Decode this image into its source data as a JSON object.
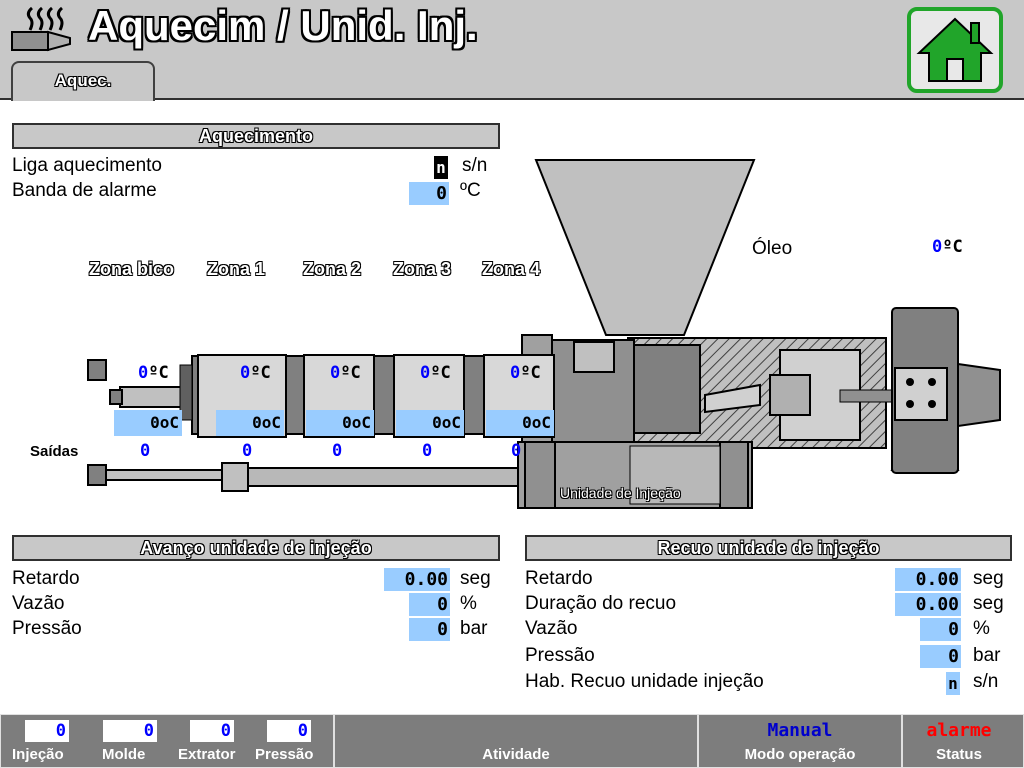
{
  "header": {
    "title": "Aquecim / Unid. Inj.",
    "tab": "Aquec.",
    "icons": [
      "injection-unit-logo-icon",
      "home-icon"
    ]
  },
  "heating": {
    "section_title": "Aquecimento",
    "enable_label": "Liga aquecimento",
    "enable_value": "n",
    "enable_unit": "s/n",
    "alarm_band_label": "Banda de alarme",
    "alarm_band_value": "0",
    "alarm_band_unit": "ºC",
    "oil_label": "Óleo",
    "oil_value": "0",
    "oil_unit": "ºC",
    "zones": [
      {
        "label": "Zona bico",
        "actual": "0",
        "unit": "ºC",
        "setpoint": "0",
        "setpoint_unit": "oC",
        "output": "0"
      },
      {
        "label": "Zona 1",
        "actual": "0",
        "unit": "ºC",
        "setpoint": "0",
        "setpoint_unit": "oC",
        "output": "0"
      },
      {
        "label": "Zona 2",
        "actual": "0",
        "unit": "ºC",
        "setpoint": "0",
        "setpoint_unit": "oC",
        "output": "0"
      },
      {
        "label": "Zona 3",
        "actual": "0",
        "unit": "ºC",
        "setpoint": "0",
        "setpoint_unit": "oC",
        "output": "0"
      },
      {
        "label": "Zona 4",
        "actual": "0",
        "unit": "ºC",
        "setpoint": "0",
        "setpoint_unit": "oC",
        "output": "0"
      }
    ],
    "outputs_label": "Saídas",
    "unit_label": "Unidade de Injeção"
  },
  "advance": {
    "section_title": "Avanço unidade de injeção",
    "rows": [
      {
        "label": "Retardo",
        "value": "0.00",
        "unit": "seg"
      },
      {
        "label": "Vazão",
        "value": "0",
        "unit": "%"
      },
      {
        "label": "Pressão",
        "value": "0",
        "unit": "bar"
      }
    ]
  },
  "retract": {
    "section_title": "Recuo unidade de injeção",
    "rows": [
      {
        "label": "Retardo",
        "value": "0.00",
        "unit": "seg"
      },
      {
        "label": "Duração do recuo",
        "value": "0.00",
        "unit": "seg"
      },
      {
        "label": "Vazão",
        "value": "0",
        "unit": "%"
      },
      {
        "label": "Pressão",
        "value": "0",
        "unit": "bar"
      },
      {
        "label": "Hab. Recuo unidade injeção",
        "value": "n",
        "unit": "s/n"
      }
    ]
  },
  "footer": {
    "counters": [
      {
        "label": "Injeção",
        "value": "0"
      },
      {
        "label": "Molde",
        "value": "0"
      },
      {
        "label": "Extrator",
        "value": "0"
      },
      {
        "label": "Pressão",
        "value": "0"
      }
    ],
    "activity_label": "Atividade",
    "activity_value": "",
    "mode_label": "Modo operação",
    "mode_value": "Manual",
    "status_label": "Status",
    "status_value": "alarme",
    "colors": {
      "mode": "#0000cc",
      "status": "#ff0000"
    }
  }
}
